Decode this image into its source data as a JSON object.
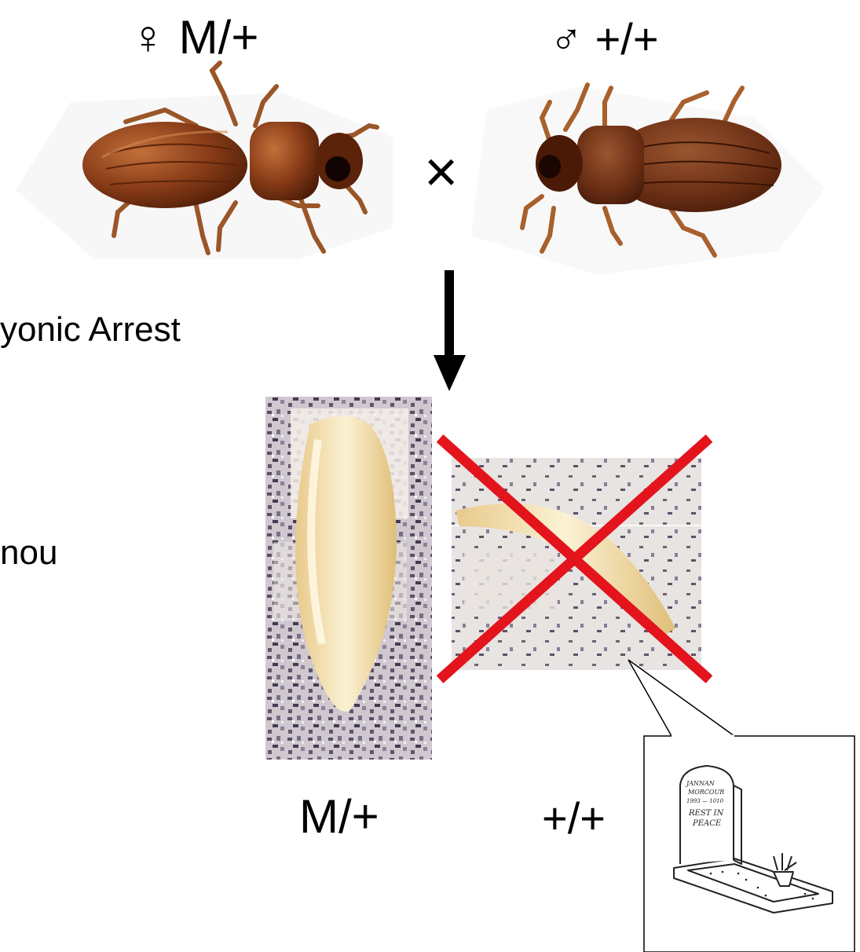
{
  "parents": {
    "female": {
      "symbol": "♀",
      "genotype": "M/+",
      "icon": "female-beetle"
    },
    "male": {
      "symbol": "♂",
      "genotype": "+/+",
      "icon": "male-beetle"
    },
    "cross_symbol": "×"
  },
  "left_margin_text": {
    "line1": "yonic Arrest",
    "line2": "nou"
  },
  "offspring": {
    "survivor": {
      "genotype": "M/+",
      "icon": "larva"
    },
    "dead": {
      "genotype": "+/+",
      "icon": "larva",
      "mark": "red-x"
    }
  },
  "tombstone": {
    "name_line1": "JANNAN",
    "name_line2": "MORCOUR",
    "dates": "1993 — 1010",
    "epitaph_line1": "REST IN",
    "epitaph_line2": "PEACE"
  },
  "colors": {
    "beetle_body": "#7a3414",
    "beetle_highlight": "#b0602e",
    "cross_mark": "#e3141c",
    "larva": "#f1deb0",
    "substrate": "#8a7f92"
  }
}
